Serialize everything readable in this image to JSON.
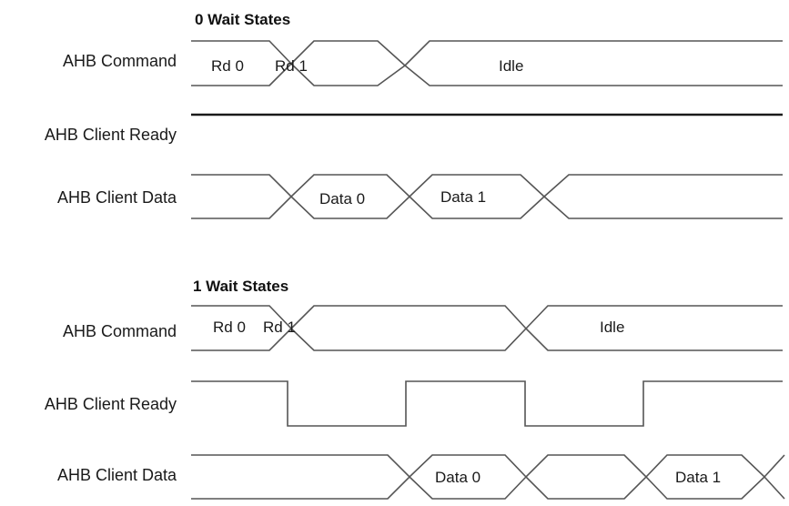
{
  "sections": [
    {
      "title": "0 Wait States",
      "signals": [
        {
          "label": "AHB Command",
          "kind": "bus",
          "segments": [
            "Rd 0",
            "Rd 1",
            "Idle"
          ]
        },
        {
          "label": "AHB Client Ready",
          "kind": "level",
          "level": "high"
        },
        {
          "label": "AHB Client Data",
          "kind": "bus",
          "segments": [
            "Data 0",
            "Data 1"
          ]
        }
      ]
    },
    {
      "title": "1 Wait States",
      "signals": [
        {
          "label": "AHB Command",
          "kind": "bus",
          "segments": [
            "Rd 0",
            "Rd 1",
            "Idle"
          ]
        },
        {
          "label": "AHB Client Ready",
          "kind": "clock",
          "pattern": "high-low-high-low-high"
        },
        {
          "label": "AHB Client Data",
          "kind": "bus",
          "segments": [
            "Data 0",
            "Data 1"
          ]
        }
      ]
    }
  ],
  "colors": {
    "wave": "#555555",
    "solid": "#1a1a1a",
    "text": "#1a1a1a"
  }
}
